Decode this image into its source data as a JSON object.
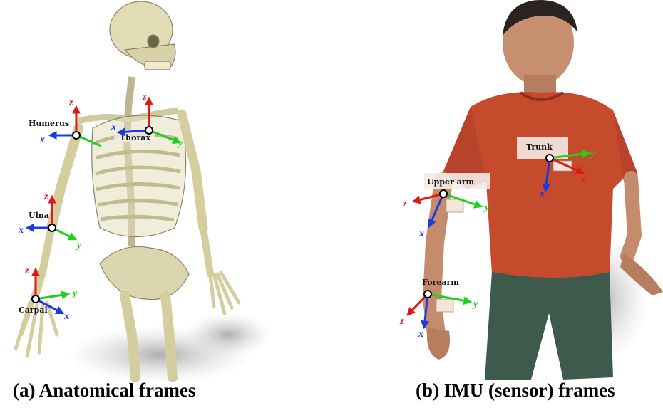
{
  "colors": {
    "x_axis": "#1e3ad8",
    "y_axis": "#20d020",
    "z_axis": "#e01818",
    "shirt": "#c64a2c",
    "bone": "#d9d4ac",
    "shorts": "#3d5a4c",
    "skin": "#c48c6c"
  },
  "axis_names": {
    "x": "x",
    "y": "y",
    "z": "z"
  },
  "panel_a": {
    "caption": "(a) Anatomical frames",
    "frames": [
      {
        "label": "Humerus",
        "axes": [
          "x",
          "y",
          "z"
        ]
      },
      {
        "label": "Thorax",
        "axes": [
          "x",
          "y",
          "z"
        ]
      },
      {
        "label": "Ulna",
        "axes": [
          "x",
          "y",
          "z"
        ]
      },
      {
        "label": "Carpal",
        "axes": [
          "x",
          "y",
          "z"
        ]
      }
    ]
  },
  "panel_b": {
    "caption": "(b) IMU (sensor) frames",
    "frames": [
      {
        "label": "Trunk",
        "axes": [
          "x",
          "y",
          "z"
        ]
      },
      {
        "label": "Upper arm",
        "axes": [
          "x",
          "y",
          "z"
        ]
      },
      {
        "label": "Forearm",
        "axes": [
          "x",
          "y",
          "z"
        ]
      }
    ]
  }
}
